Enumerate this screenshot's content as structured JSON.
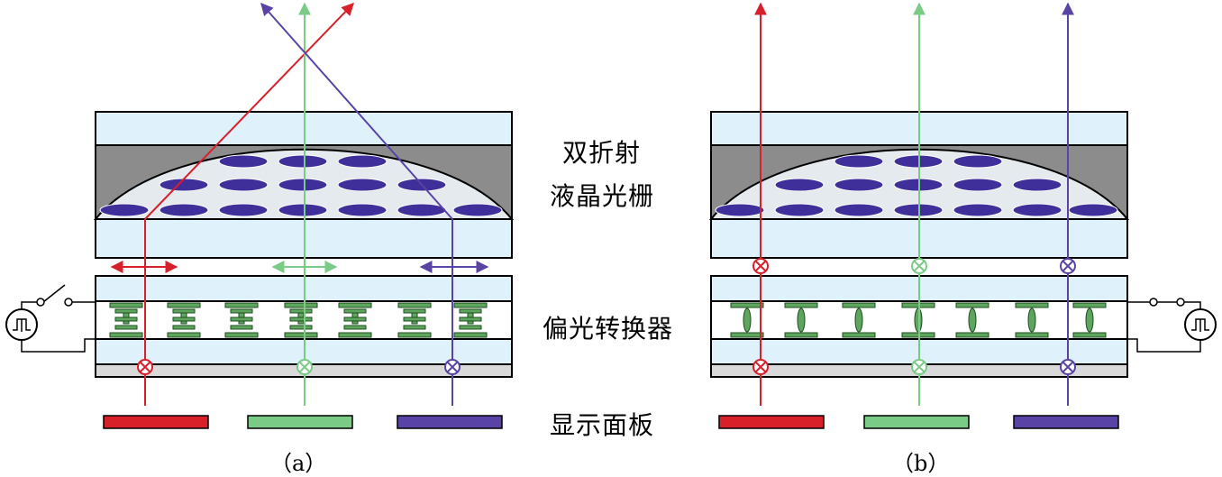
{
  "labels": {
    "birefringent_line1": "双折射",
    "birefringent_line2": "液晶光栅",
    "polarization_converter": "偏光转换器",
    "display_panel": "显示面板",
    "caption_a": "（a）",
    "caption_b": "（b）"
  },
  "colors": {
    "red": "#d8202b",
    "green": "#7acb86",
    "blue": "#5944a6",
    "glass": "#dff1fa",
    "gray_fill": "#8c8c8c",
    "lens_fill": "#e4eaee",
    "lc_molecule": "#3f2f9b",
    "electrode": "#5ea55e",
    "substrate": "#d9d9d9"
  },
  "icons": [
    "pulse-source-icon",
    "switch-open-icon",
    "switch-closed-icon"
  ]
}
